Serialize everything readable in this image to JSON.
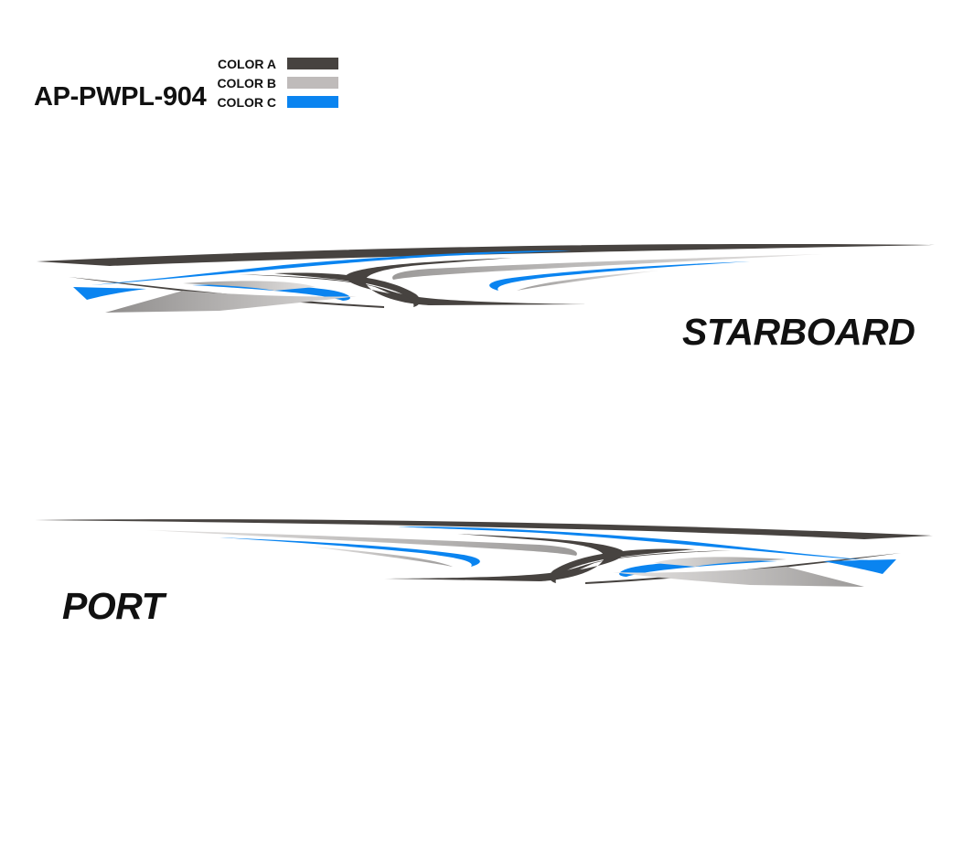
{
  "product_code": "AP-PWPL-904",
  "legend": [
    {
      "label": "COLOR A",
      "color": "#474340"
    },
    {
      "label": "COLOR B",
      "color": "#bfbbba"
    },
    {
      "label": "COLOR C",
      "color": "#0a84f0"
    }
  ],
  "sides": {
    "starboard": "STARBOARD",
    "port": "PORT"
  },
  "colors": {
    "color_a": "#474340",
    "color_b": "#bfbbba",
    "color_c": "#0a84f0"
  }
}
